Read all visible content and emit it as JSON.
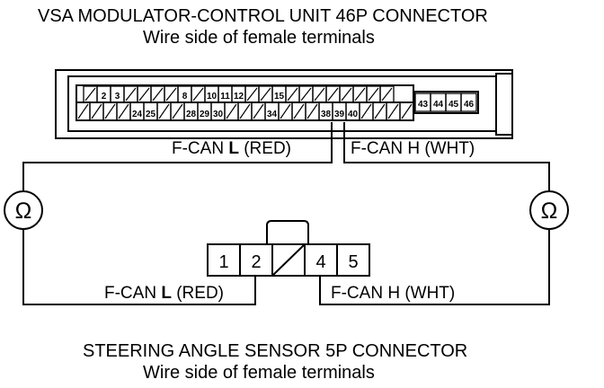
{
  "top_connector": {
    "title": "VSA MODULATOR-CONTROL UNIT 46P CONNECTOR",
    "subtitle": "Wire side of female terminals",
    "top_row_labels": [
      "2",
      "3",
      "8",
      "10",
      "11",
      "12",
      "15"
    ],
    "bottom_row_labels": [
      "24",
      "25",
      "28",
      "29",
      "30",
      "34",
      "38",
      "39",
      "40"
    ],
    "right_block_labels": [
      "43",
      "44",
      "45",
      "46"
    ]
  },
  "bottom_connector": {
    "title": "STEERING ANGLE SENSOR 5P CONNECTOR",
    "subtitle": "Wire side of female terminals",
    "pins": [
      "1",
      "2",
      "4",
      "5"
    ]
  },
  "wires": {
    "top_can_l": {
      "prefix": "F-CAN ",
      "letter": "L",
      "suffix": " (RED)"
    },
    "top_can_h": {
      "text": "F-CAN H (WHT)"
    },
    "bottom_can_l": {
      "prefix": "F-CAN ",
      "letter": "L",
      "suffix": " (RED)"
    },
    "bottom_can_h": {
      "text": "F-CAN H (WHT)"
    }
  },
  "meters": {
    "symbol": "Ω"
  }
}
